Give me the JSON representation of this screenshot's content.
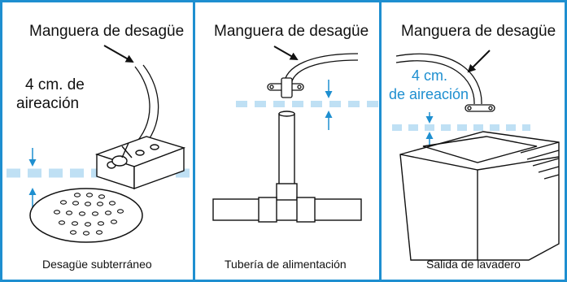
{
  "colors": {
    "border": "#1e8fd0",
    "water_line": "#bfe0f4",
    "accent": "#1e8fd0",
    "ink": "#111111"
  },
  "panels": [
    {
      "title": "Manguera de desagüe",
      "caption": "Desagüe subterráneo",
      "note_line1": "4 cm. de",
      "note_line2": "aireación"
    },
    {
      "title": "Manguera de desagüe",
      "caption": "Tubería de alimentación"
    },
    {
      "title": "Manguera de desagüe",
      "caption": "Salida de lavadero",
      "note_line1": "4 cm.",
      "note_line2": "de aireación"
    }
  ]
}
